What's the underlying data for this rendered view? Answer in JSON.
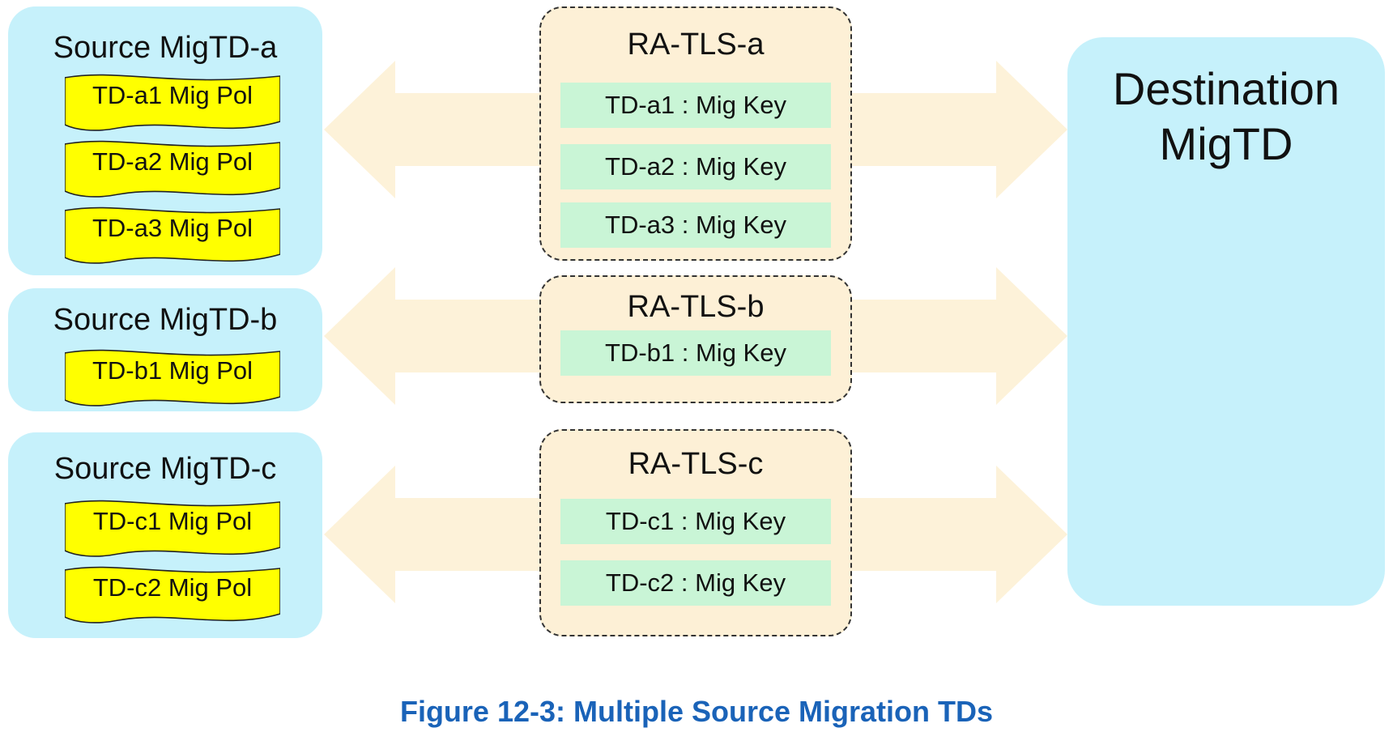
{
  "sources": [
    {
      "title": "Source MigTD-a",
      "policies": [
        "TD-a1 Mig Pol",
        "TD-a2 Mig Pol",
        "TD-a3 Mig Pol"
      ]
    },
    {
      "title": "Source MigTD-b",
      "policies": [
        "TD-b1 Mig Pol"
      ]
    },
    {
      "title": "Source MigTD-c",
      "policies": [
        "TD-c1 Mig Pol",
        "TD-c2 Mig Pol"
      ]
    }
  ],
  "sessions": [
    {
      "title": "RA-TLS-a",
      "keys": [
        "TD-a1 : Mig Key",
        "TD-a2 : Mig Key",
        "TD-a3 : Mig Key"
      ]
    },
    {
      "title": "RA-TLS-b",
      "keys": [
        "TD-b1 : Mig Key"
      ]
    },
    {
      "title": "RA-TLS-c",
      "keys": [
        "TD-c1 : Mig Key",
        "TD-c2 : Mig Key"
      ]
    }
  ],
  "destination": {
    "line1": "Destination",
    "line2": "MigTD"
  },
  "caption": "Figure 12-3:  Multiple Source Migration TDs",
  "colors": {
    "source_fill": "#c6f1fb",
    "session_fill": "#fdf0d6",
    "key_fill": "#c9f5d6",
    "policy_fill": "#ffff00",
    "arrow_fill": "#fdf2d9",
    "caption": "#1a63b8"
  }
}
